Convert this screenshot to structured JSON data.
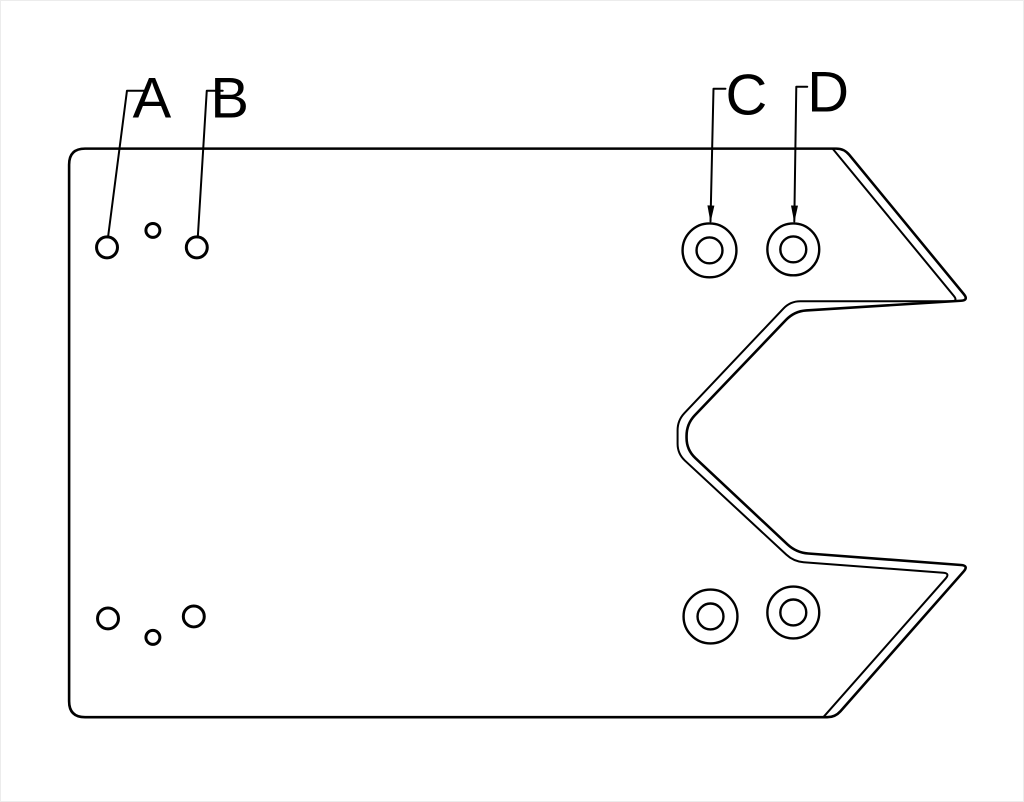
{
  "colors": {
    "background": "#ffffff",
    "line": "#000000"
  },
  "labels": {
    "a": "A",
    "b": "B",
    "c": "C",
    "d": "D"
  }
}
